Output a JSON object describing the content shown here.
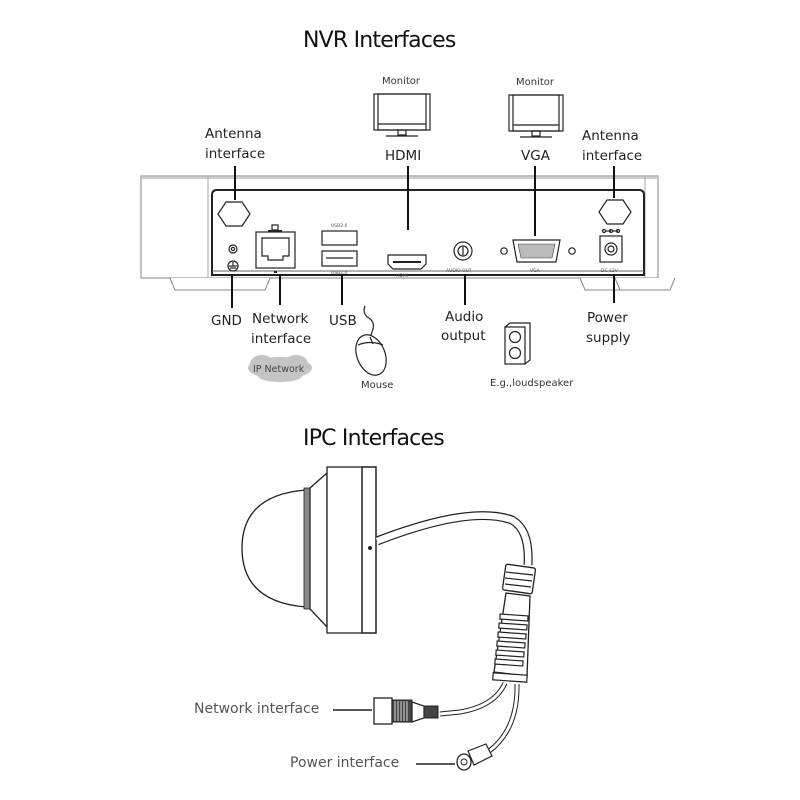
{
  "nvr": {
    "title": "NVR Interfaces",
    "monitor_hdmi": "Monitor",
    "monitor_vga": "Monitor",
    "labels_top": {
      "antenna_left_1": "Antenna",
      "antenna_left_2": "interface",
      "hdmi": "HDMI",
      "vga": "VGA",
      "antenna_right_1": "Antenna",
      "antenna_right_2": "interface"
    },
    "labels_bottom": {
      "gnd": "GND",
      "network_1": "Network",
      "network_2": "interface",
      "usb": "USB",
      "audio_1": "Audio",
      "audio_2": "output",
      "power_1": "Power",
      "power_2": "supply"
    },
    "port_labels": {
      "usb_top": "USB2.0",
      "usb_bottom": "USB2.0",
      "hdmi": "HDMI",
      "audio": "AUDIO OUT",
      "vga": "VGA",
      "dc": "DC 12V"
    },
    "ip_network": "IP Network",
    "mouse": "Mouse",
    "speaker": "E.g.,loudspeaker"
  },
  "ipc": {
    "title": "IPC Interfaces",
    "network_interface": "Network interface",
    "power_interface": "Power interface"
  }
}
